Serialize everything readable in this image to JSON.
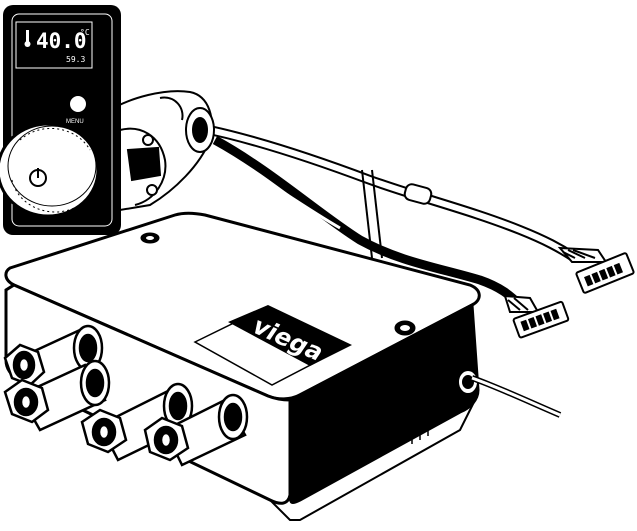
{
  "display": {
    "temperature": "40.0",
    "unit": "°C",
    "secondary": "59.3"
  },
  "controls": {
    "menu_label": "MENU"
  },
  "unit_box": {
    "brand": "viega"
  },
  "colors": {
    "ink": "#000000",
    "paper": "#ffffff",
    "display_text": "#ffffff"
  }
}
